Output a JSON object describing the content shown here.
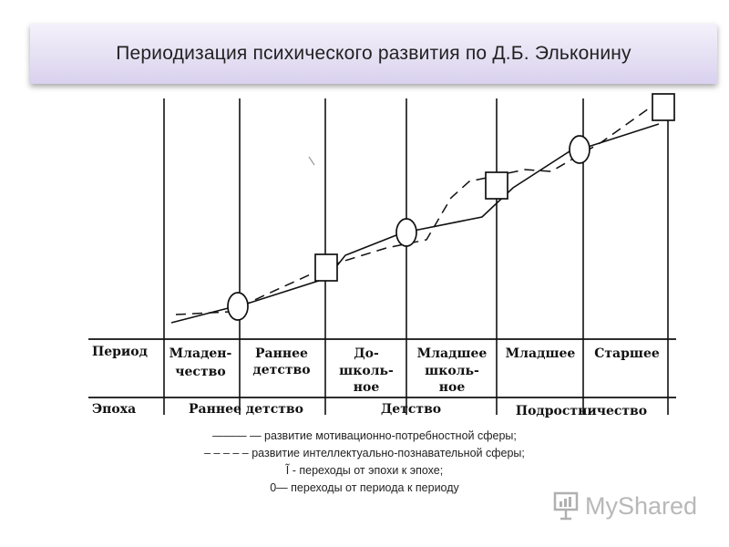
{
  "title": "Периодизация психического развития по Д.Б. Эльконину",
  "table": {
    "row_labels": {
      "period": "Период",
      "epoch": "Эпоха"
    },
    "periods": [
      {
        "lines": [
          "Младен-",
          "чество"
        ]
      },
      {
        "lines": [
          "Раннее",
          "детство"
        ]
      },
      {
        "lines": [
          "До-",
          "школь-",
          "ное"
        ]
      },
      {
        "lines": [
          "Младшее",
          "школь-",
          "ное"
        ]
      },
      {
        "lines": [
          "Младшее"
        ]
      },
      {
        "lines": [
          "Старшее"
        ]
      }
    ],
    "epochs": [
      "Раннее детство",
      "Детство",
      "Подростничество"
    ]
  },
  "legend": [
    "——— — развитие мотивационно-потребностной сферы;",
    "– – – – – развитие интеллектуально-познавательной сферы;",
    "Ĩ - переходы от эпохи к эпохе;",
    "0— переходы от периода к периоду"
  ],
  "watermark": "MyShared"
}
